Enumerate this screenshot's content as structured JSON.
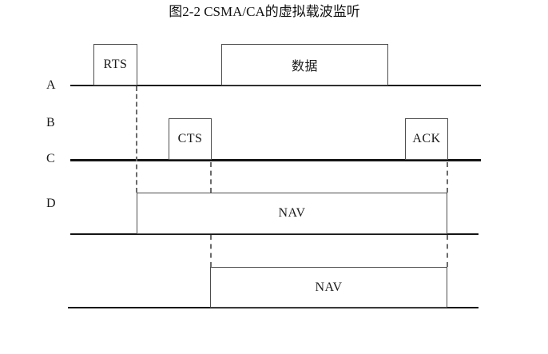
{
  "diagram": {
    "title": "CSMA/CA virtual carrier sense timing diagram",
    "caption": "图2-2 CSMA/CA的虚拟载波监听",
    "lane_labels": {
      "a": "A",
      "b": "B",
      "c": "C",
      "d": "D"
    },
    "boxes": {
      "rts": "RTS",
      "data": "数据",
      "cts": "CTS",
      "ack": "ACK",
      "nav_d": "NAV",
      "nav_bottom": "NAV"
    },
    "colors": {
      "line": "#141414",
      "box_border": "#4d4d4d",
      "dash": "#6b6b6b",
      "text": "#1a1a1a",
      "background": "#ffffff"
    }
  }
}
